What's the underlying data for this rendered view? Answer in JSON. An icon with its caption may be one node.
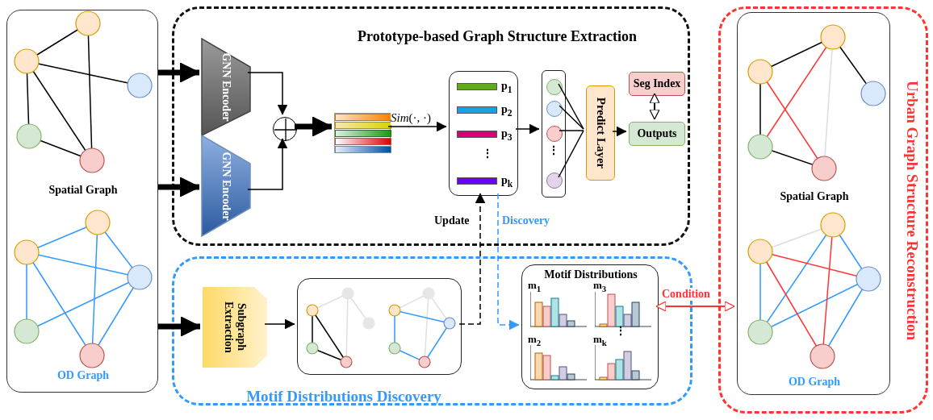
{
  "diagram": {
    "nodes": [
      {
        "text": [
          "Spatial Graph",
          "OD Graph"
        ]
      },
      {
        "text": [
          "Prototype-based Graph Structure Extraction"
        ]
      },
      {
        "text": [
          "GNN Encoder"
        ],
        "in": 1
      },
      {
        "text": [
          "GNN Encoder"
        ],
        "in": 1
      },
      {
        "text": [],
        "shape": "circle",
        "in": 1
      },
      {
        "text": [],
        "shape": "bar",
        "in": 1
      },
      {
        "text": [
          "**p**$_{1}$",
          "**p**$_{2}$",
          "**p**$_{3}$",
          "⋮",
          "**p**$_{k}$"
        ],
        "in": 1
      },
      {
        "text": [],
        "shape": "box",
        "in": 1
      },
      {
        "text": [],
        "shape": "circle",
        "in": 7
      },
      {
        "text": [],
        "shape": "circle",
        "in": 7
      },
      {
        "text": [],
        "shape": "circle",
        "in": 7
      },
      {
        "text": [],
        "shape": "circle",
        "in": 7
      },
      {
        "text": [
          "Predict Layer"
        ],
        "in": 1
      },
      {
        "text": [
          "Seg Index"
        ],
        "in": 1
      },
      {
        "text": [
          "Outputs"
        ],
        "in": 1
      },
      {
        "text": [
          "Motif Distributions Discovery"
        ]
      },
      {
        "text": [
          "Subgraph Extraction"
        ],
        "in": 15
      },
      {
        "text": [],
        "shape": "box",
        "in": 15
      },
      {
        "text": [
          "Motif Distributions",
          "**m**$_{1}$",
          "**m**$_{3}$",
          "**m**$_{2}$",
          "**m**$_{k}$"
        ],
        "in": 15
      },
      {
        "text": [
          "Urban Graph Structure Reconstruction"
        ]
      },
      {
        "text": [
          "Spatial Graph",
          "OD Graph"
        ],
        "in": 19
      }
    ],
    "edges": [
      {
        "from": 0,
        "to": 2,
        "arrow": "to",
        "style": "thick"
      },
      {
        "from": 0,
        "to": 3,
        "arrow": "to",
        "style": "thick"
      },
      {
        "from": 0,
        "to": 16,
        "arrow": "to",
        "style": "thick"
      },
      {
        "from": 2,
        "to": 4,
        "arrow": "to"
      },
      {
        "from": 3,
        "to": 4,
        "arrow": "to"
      },
      {
        "from": 4,
        "to": 5,
        "arrow": "to",
        "style": "thick"
      },
      {
        "from": 5,
        "to": 6,
        "arrow": "to",
        "label": "*Sim*(·, ·)"
      },
      {
        "from": 6,
        "to": 7,
        "arrow": "to"
      },
      {
        "from": 8,
        "to": 12,
        "arrow": "none"
      },
      {
        "from": 9,
        "to": 12,
        "arrow": "none"
      },
      {
        "from": 10,
        "to": 12,
        "arrow": "none"
      },
      {
        "from": 11,
        "to": 12,
        "arrow": "none"
      },
      {
        "from": 12,
        "to": 14,
        "arrow": "to"
      },
      {
        "from": 13,
        "to": 14,
        "arrow": "both"
      },
      {
        "from": 16,
        "to": 17,
        "arrow": "to"
      },
      {
        "from": 17,
        "to": 6,
        "arrow": "to",
        "style": "dashed",
        "label": "Update"
      },
      {
        "from": 6,
        "to": 18,
        "arrow": "to",
        "style": "dashed",
        "color": "#3399ff",
        "label": "Discovery"
      },
      {
        "from": 18,
        "to": 20,
        "arrow": "both",
        "color": "#ff3333",
        "label": "Condition"
      }
    ],
    "labels": [
      "⋮",
      "⋮"
    ]
  }
}
